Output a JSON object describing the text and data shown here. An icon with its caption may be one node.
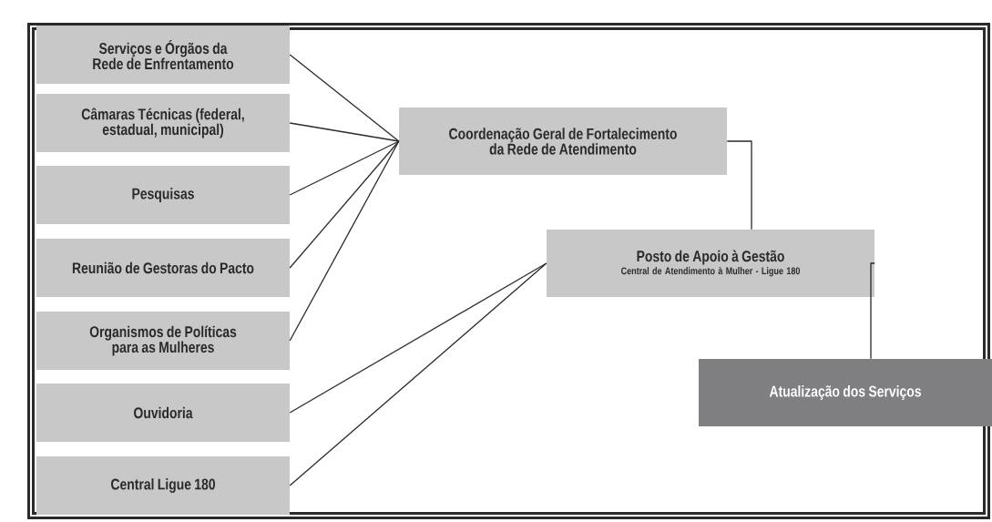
{
  "diagram": {
    "nodes": [
      {
        "text": [
          "Serviços e Órgãos da Rede de Enfrentamento"
        ]
      },
      {
        "text": [
          "Câmaras Técnicas (federal, estadual, municipal)"
        ]
      },
      {
        "text": [
          "Pesquisas"
        ]
      },
      {
        "text": [
          "Reunião de Gestoras do Pacto"
        ]
      },
      {
        "text": [
          "Organismos de Políticas para as Mulheres"
        ]
      },
      {
        "text": [
          "Ouvidoria"
        ]
      },
      {
        "text": [
          "Central Ligue 180"
        ]
      },
      {
        "text": [
          "Coordenação Geral de Fortalecimento da Rede de Atendimento"
        ]
      },
      {
        "text": [
          "Posto de Apoio à Gestão",
          "Central de Atendimento à Mulher - Ligue 180"
        ]
      },
      {
        "text": [
          "Atualização dos Serviços"
        ]
      }
    ],
    "edges": [
      {
        "from": 0,
        "to": 7,
        "arrow": "none"
      },
      {
        "from": 1,
        "to": 7,
        "arrow": "none"
      },
      {
        "from": 2,
        "to": 7,
        "arrow": "none"
      },
      {
        "from": 3,
        "to": 7,
        "arrow": "none"
      },
      {
        "from": 4,
        "to": 7,
        "arrow": "none"
      },
      {
        "from": 5,
        "to": 8,
        "arrow": "none"
      },
      {
        "from": 6,
        "to": 8,
        "arrow": "none"
      },
      {
        "from": 7,
        "to": 8,
        "arrow": "none"
      },
      {
        "from": 8,
        "to": 9,
        "arrow": "none"
      }
    ]
  }
}
